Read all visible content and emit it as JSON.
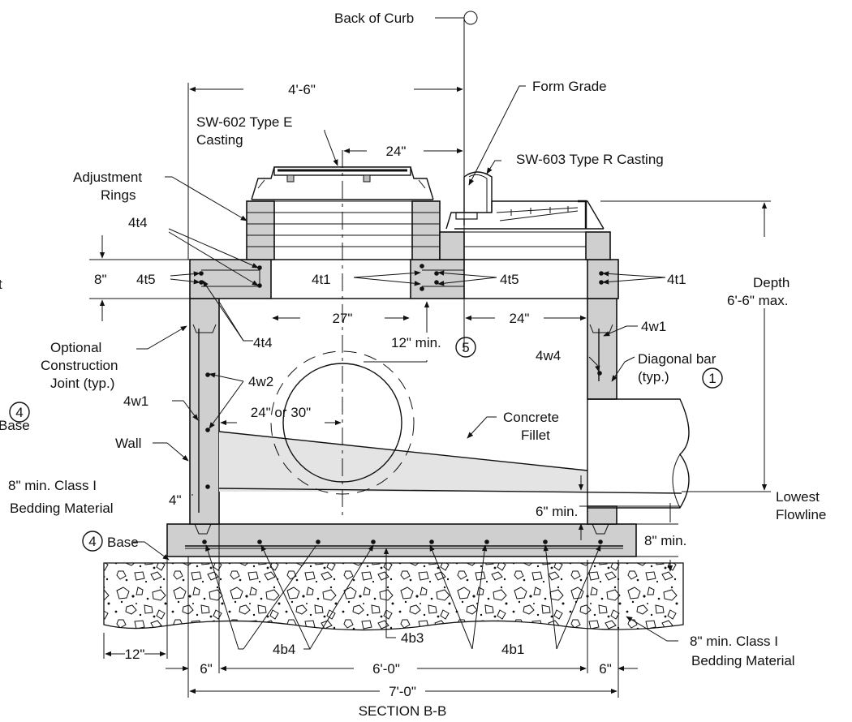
{
  "title": "SECTION B-B",
  "labels": {
    "back_of_curb": "Back of Curb",
    "form_grade": "Form Grade",
    "dim_4_6": "4'-6\"",
    "sw602_line1": "SW-602 Type E",
    "sw602_line2": "Casting",
    "dim_24_top": "24\"",
    "sw603": "SW-603 Type R Casting",
    "adj_line1": "Adjustment",
    "adj_line2": "Rings",
    "t4_top": "4t4",
    "dim_8": "8\"",
    "t5_left": "4t5",
    "t1_mid": "4t1",
    "t5_mid": "4t5",
    "t1_right": "4t1",
    "depth_line1": "Depth",
    "depth_line2": "6'-6\" max.",
    "dim_27": "27\"",
    "dim_24_mid": "24\"",
    "w1_right": "4w1",
    "t4_bottom": "4t4",
    "min_12": "12\" min.",
    "note5": "5",
    "w4": "4w4",
    "diag_line1": "Diagonal bar",
    "diag_line2": "(typ.)",
    "note1": "1",
    "oc_line1": "Optional",
    "oc_line2": "Construction",
    "oc_line3": "Joint (typ.)",
    "w2": "4w2",
    "w1_left": "4w1",
    "base_cut": "Base",
    "note4_left": "4",
    "dim_24_30": "24\" or 30\"",
    "concrete_line1": "Concrete",
    "concrete_line2": "Fillet",
    "wall": "Wall",
    "class1_left": "8\" min. Class I",
    "bed_left": "Bedding Material",
    "dim_4": "4\"",
    "min_6": "6\" min.",
    "lowest_line1": "Lowest",
    "lowest_line2": "Flowline",
    "note4_base": "4",
    "base_label": "Base",
    "min_8": "8\" min.",
    "b4": "4b4",
    "b3": "4b3",
    "b1": "4b1",
    "class1_right": "8\" min. Class I",
    "bed_right": "Bedding Material",
    "dim_12": "12\"",
    "dim_6_left": "6\"",
    "dim_6_0": "6'-0\"",
    "dim_6_right": "6\"",
    "dim_7_0": "7'-0\"",
    "cut_letter": "t"
  },
  "colors": {
    "concrete": "#cfcfcf",
    "fillet": "#e4e4e4",
    "line": "#111111"
  }
}
